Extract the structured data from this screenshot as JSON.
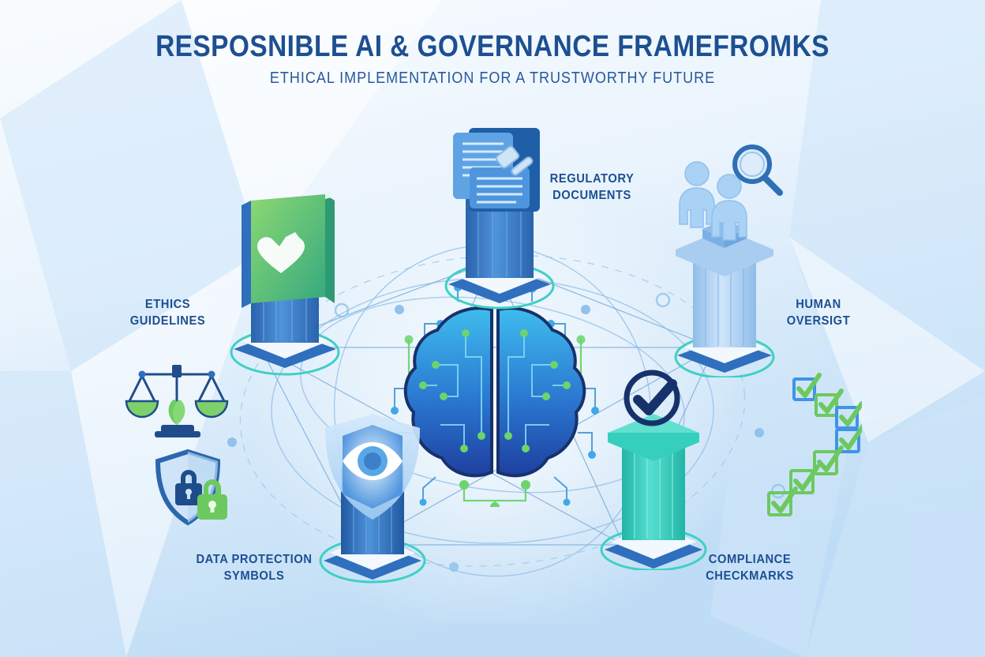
{
  "header": {
    "title": "RESPOSNIBLE AI & GOVERNANCE FRAMEFROMKS",
    "subtitle": "ETHICAL IMPLEMENTATION FOR A TRUSTWORTHY FUTURE",
    "title_color": "#1d4f91",
    "subtitle_color": "#28589b"
  },
  "background": {
    "base_top": "#f7fbfe",
    "base_bottom": "#bedcf5",
    "polygon_tint": "#d6eafb"
  },
  "labels": [
    {
      "id": "ethics-guidelines",
      "text": "ETHICS\nGUIDELINES"
    },
    {
      "id": "regulatory-documents",
      "text": "REGULATORY\nDOCUMENTS"
    },
    {
      "id": "human-oversight",
      "text": "HUMAN\nOVERSIGT"
    },
    {
      "id": "data-protection",
      "text": "DATA PROTECTION\nSYMBOLS"
    },
    {
      "id": "compliance",
      "text": "COMPLIANCE\nCHECKMARKS"
    }
  ],
  "pillars": [
    {
      "id": "ethics-book-pillar",
      "emblem": "book-heart-quill-icon",
      "emblem_colors": {
        "cover_light": "#7ed06a",
        "cover_dark": "#3fae7a",
        "mark": "#ffffff"
      },
      "column_colors": {
        "light": "#5a9fe0",
        "mid": "#3d82cf",
        "dark": "#2a63ab"
      },
      "ring_color": "#3fd0c4"
    },
    {
      "id": "regulatory-documents-pillar",
      "emblem": "documents-gavel-icon",
      "emblem_colors": {
        "folder": "#1f5fa8",
        "sheet": "#5fa3e4",
        "sheet_line": "#d8ecff",
        "gavel": "#cfe4f8"
      },
      "column_colors": {
        "light": "#5a9fe0",
        "mid": "#3d82cf",
        "dark": "#2a63ab"
      },
      "ring_color": "#3fd0c4"
    },
    {
      "id": "human-oversight-pillar",
      "emblem": "people-magnifier-icon",
      "emblem_colors": {
        "figure": "#a9d2f5",
        "glass_rim": "#2f6fb5",
        "glass_lens": "#dcecfb"
      },
      "column_colors": {
        "light": "#cde3f8",
        "mid": "#a8cdf0",
        "dark": "#8fbce9"
      },
      "ring_color": "#3fd0c4"
    },
    {
      "id": "data-protection-pillar",
      "emblem": "shield-eye-icon",
      "emblem_colors": {
        "shield": "#9ecbf2",
        "eye_white": "#ffffff",
        "iris": "#5aa7e8",
        "pupil": "#3d7fc8"
      },
      "column_colors": {
        "light": "#5a9fe0",
        "mid": "#3d82cf",
        "dark": "#2159a0"
      },
      "ring_color": "#3fd0c4"
    },
    {
      "id": "compliance-pillar",
      "emblem": "circle-check-icon",
      "emblem_colors": {
        "stroke": "#17326b"
      },
      "column_colors": {
        "light": "#62e0cf",
        "mid": "#36cfbd",
        "dark": "#22b5a6"
      },
      "ring_color": "#3fd0c4"
    }
  ],
  "center": {
    "id": "ai-brain-circuit",
    "name": "brain-circuit-icon",
    "colors": {
      "top": "#38b6ea",
      "bottom": "#1e47a8",
      "outline": "#17326b",
      "trace": "#7fd6f5",
      "node_green": "#6cd46a",
      "node_blue": "#3fa9e8"
    }
  },
  "side_icons": [
    {
      "id": "justice-scale-leaf-icon",
      "colors": {
        "frame": "#1f4d8c",
        "pan": "#7ed06a",
        "leaf": "#6fcb63"
      }
    },
    {
      "id": "shield-lock-icon",
      "colors": {
        "shield": "#2a67ae",
        "shield_fill": "#cfe4f8",
        "lock_blue": "#1f4d8c",
        "lock_green": "#6cc95f"
      }
    }
  ],
  "checkmarks": {
    "id": "compliance-check-cluster",
    "count": 7,
    "box_colors": [
      "#3f94e8",
      "#6cc95f",
      "#3f94e8",
      "#3f94e8",
      "#6cc95f",
      "#6cc95f",
      "#6cc95f"
    ],
    "tick_color": "#6cc95f"
  },
  "network": {
    "orbit_color": "#8fbde8",
    "link_color": "#7fafdd",
    "node_color": "#8fc2ec"
  }
}
